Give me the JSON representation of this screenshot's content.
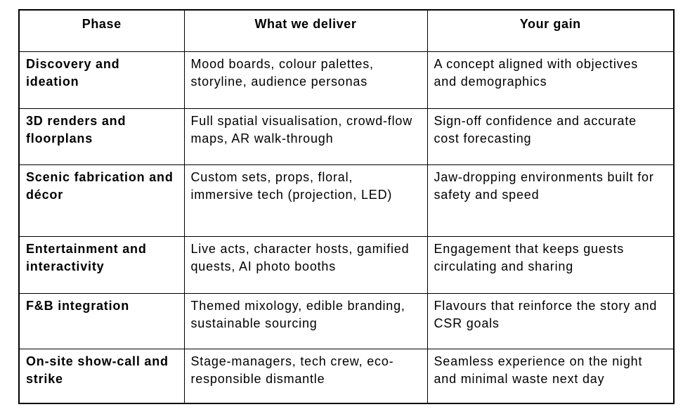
{
  "page": {
    "background_color": "#ffffff",
    "border_color": "#000000",
    "text_color": "#000000"
  },
  "table": {
    "headers": [
      {
        "label": "Phase"
      },
      {
        "label": "What we deliver"
      },
      {
        "label": "Your gain"
      }
    ],
    "rows": [
      {
        "phase": "Discovery and\nideation",
        "deliver": "Mood boards, colour palettes,\nstoryline, audience personas",
        "gain": "A concept aligned with objectives\nand demographics"
      },
      {
        "phase": "3D renders and\nfloorplans",
        "deliver": "Full spatial visualisation, crowd-flow\nmaps, AR walk-through",
        "gain": "Sign-off confidence and accurate\ncost forecasting"
      },
      {
        "phase": "Scenic fabrication and\ndécor",
        "deliver": "Custom sets, props, floral,\nimmersive tech (projection, LED)",
        "gain": "Jaw-dropping environments built for\nsafety and speed"
      },
      {
        "phase": "Entertainment and\ninteractivity",
        "deliver": "Live acts, character hosts, gamified\nquests, AI photo booths",
        "gain": "Engagement that keeps guests\ncirculating and sharing"
      },
      {
        "phase": "F&B integration",
        "deliver": "Themed mixology, edible branding,\nsustainable sourcing",
        "gain": "Flavours that reinforce the story and\nCSR goals"
      },
      {
        "phase": "On-site show-call and\nstrike",
        "deliver": "Stage-managers, tech crew, eco-\nresponsible dismantle",
        "gain": "Seamless experience on the night\nand minimal waste next day"
      }
    ]
  }
}
